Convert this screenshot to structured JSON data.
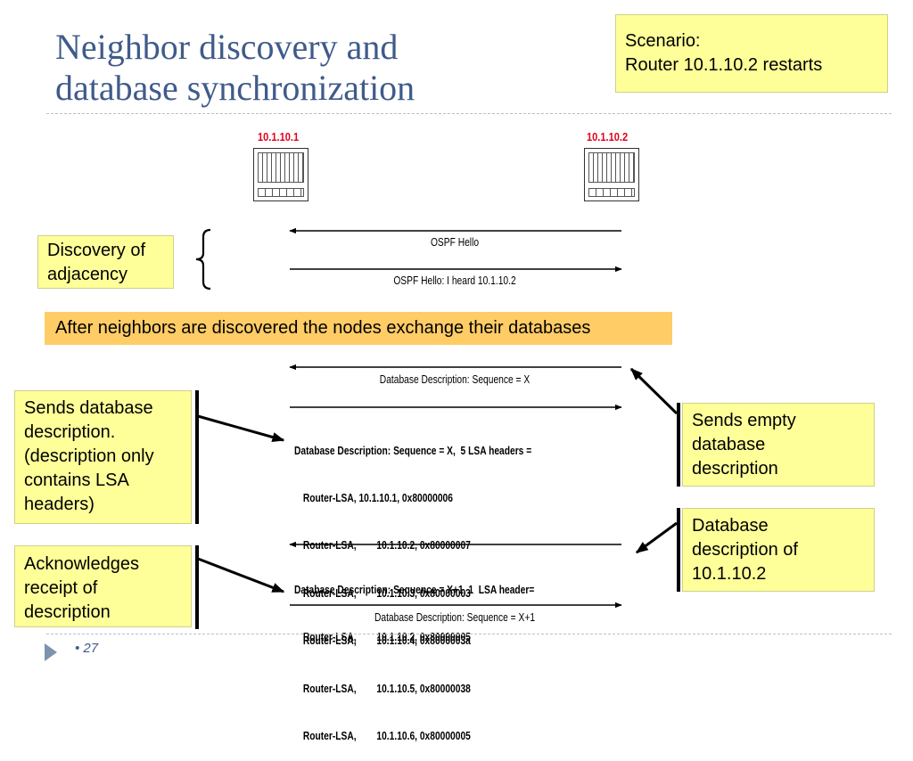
{
  "title": {
    "line1": "Neighbor discovery and",
    "line2": "database synchronization"
  },
  "scenario": {
    "line1": "Scenario:",
    "line2": "Router 10.1.10.2 restarts"
  },
  "nodes": {
    "left": "10.1.10.1",
    "right": "10.1.10.2"
  },
  "labels": {
    "discovery": [
      "Discovery of",
      "adjacency"
    ],
    "sends_db": [
      "Sends database",
      "description.",
      "(description only",
      "contains LSA",
      "headers)"
    ],
    "acknowledges": [
      "Acknowledges",
      "receipt of",
      "description"
    ],
    "sends_empty": [
      "Sends empty",
      "database",
      "description"
    ],
    "db_desc_of": [
      "Database",
      "description of",
      "10.1.10.2"
    ]
  },
  "banner": "After neighbors are discovered the nodes exchange their databases",
  "messages": {
    "hello1": "OSPF Hello",
    "hello2": "OSPF Hello: I heard 10.1.10.2",
    "dd1": "Database Description: Sequence = X",
    "dd2_header": "Database Description: Sequence = X,  5 LSA headers =",
    "dd2_rows": [
      "Router-LSA, 10.1.10.1, 0x80000006",
      "Router-LSA,        10.1.10.2, 0x80000007",
      "Router-LSA,        10.1.10.3, 0x80000003",
      "Router-LSA,        10.1.10.4, 0x8000003a",
      "Router-LSA,        10.1.10.5, 0x80000038",
      "Router-LSA,        10.1.10.6, 0x80000005"
    ],
    "dd3_header": "Database Description: Sequence = X+1, 1  LSA header=",
    "dd3_row": "Router-LSA,        10.1.10.2, 0x80000005",
    "dd4": "Database Description: Sequence = X+1"
  },
  "footer": {
    "page": "• 27"
  },
  "colors": {
    "title": "#3f5b8a",
    "note_box": "#ffff99",
    "banner": "#ffcc66",
    "node_label": "#e3001b",
    "footer_icon": "#7d93ad"
  }
}
